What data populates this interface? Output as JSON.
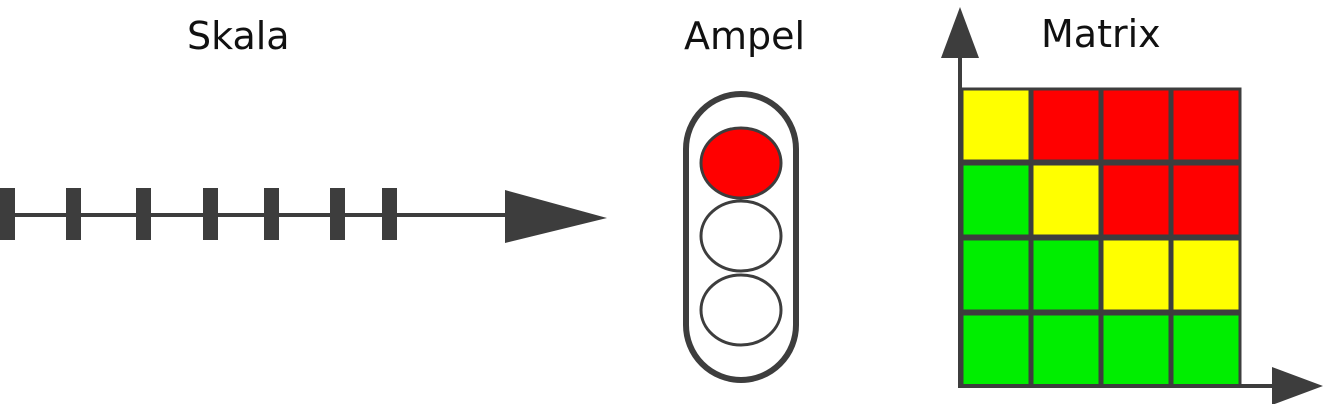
{
  "titles": {
    "scale": "Skala",
    "traffic_light": "Ampel",
    "matrix": "Matrix"
  },
  "colors": {
    "stroke": "#3d3d3d",
    "red": "#ff0000",
    "yellow": "#ffff00",
    "green": "#00ee00",
    "off": "#ffffff"
  },
  "scale": {
    "tick_count": 7
  },
  "traffic_light": {
    "lamps": [
      "red",
      "off",
      "off"
    ]
  },
  "matrix": {
    "rows": [
      [
        "yellow",
        "red",
        "red",
        "red"
      ],
      [
        "green",
        "yellow",
        "red",
        "red"
      ],
      [
        "green",
        "green",
        "yellow",
        "yellow"
      ],
      [
        "green",
        "green",
        "green",
        "green"
      ]
    ]
  }
}
